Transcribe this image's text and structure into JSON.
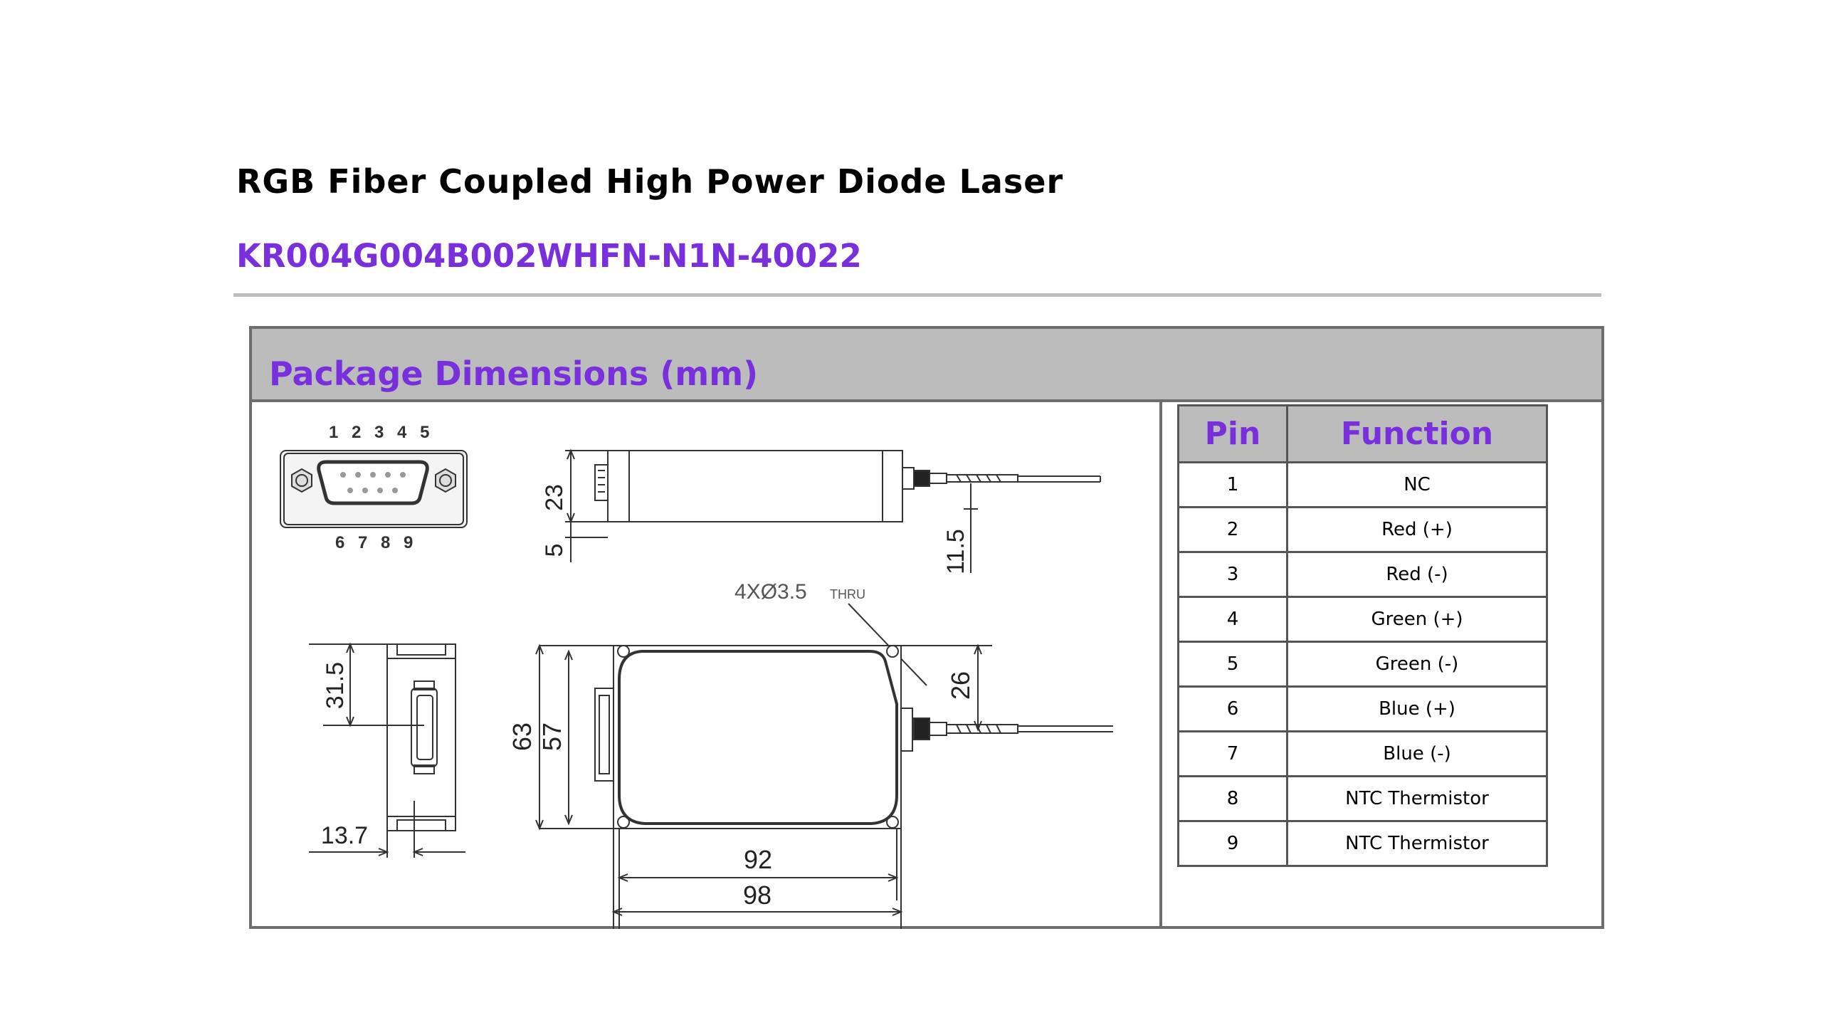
{
  "header": {
    "title": "RGB Fiber Coupled High Power Diode Laser",
    "model": "KR004G004B002WHFN-N1N-40022"
  },
  "panel": {
    "title": "Package Dimensions (mm)"
  },
  "drawing": {
    "connector_top_pins": "1 2 3 4 5",
    "connector_bottom_pins": "6 7 8 9",
    "dims": {
      "d23": "23",
      "d5": "5",
      "d11_5": "11.5",
      "hole_note": "4XØ3.5",
      "hole_thru": "THRU",
      "d26": "26",
      "d63": "63",
      "d57": "57",
      "d92": "92",
      "d98": "98",
      "d31_5": "31.5",
      "d13_7": "13.7"
    }
  },
  "pin_table": {
    "headers": [
      "Pin",
      "Function"
    ],
    "rows": [
      {
        "pin": "1",
        "function": "NC"
      },
      {
        "pin": "2",
        "function": "Red (+)"
      },
      {
        "pin": "3",
        "function": "Red (-)"
      },
      {
        "pin": "4",
        "function": "Green (+)"
      },
      {
        "pin": "5",
        "function": "Green (-)"
      },
      {
        "pin": "6",
        "function": "Blue (+)"
      },
      {
        "pin": "7",
        "function": "Blue (-)"
      },
      {
        "pin": "8",
        "function": "NTC Thermistor"
      },
      {
        "pin": "9",
        "function": "NTC Thermistor"
      }
    ]
  },
  "colors": {
    "accent": "#7a2fdc",
    "header_bg": "#bcbcbc",
    "border": "#6d6d6d"
  }
}
